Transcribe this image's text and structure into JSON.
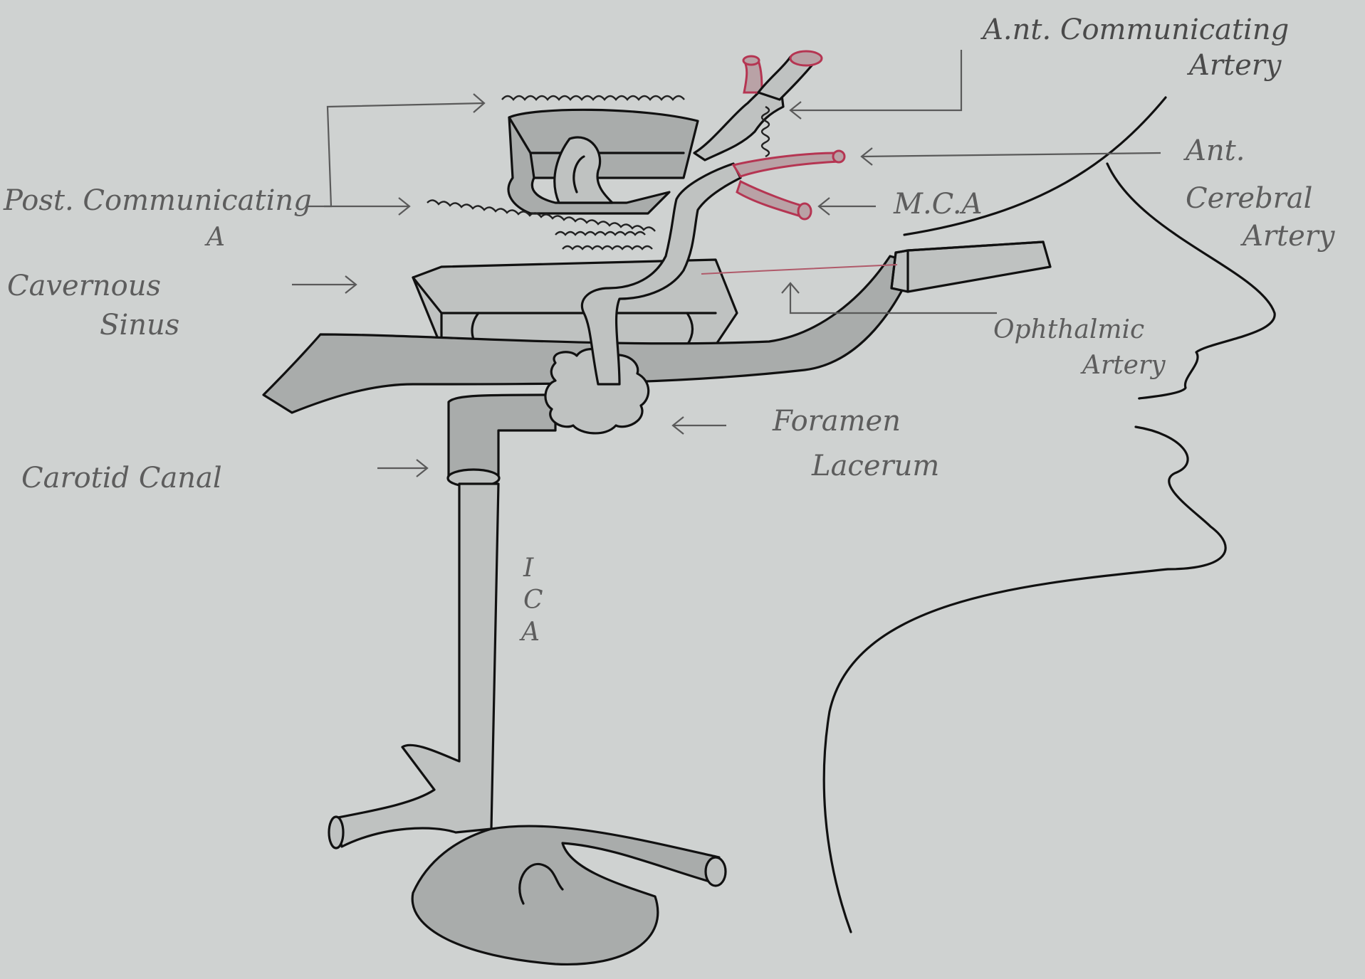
{
  "labels": {
    "ant_communicating_line1": "A.nt. Communicating",
    "ant_communicating_line2": "Artery",
    "ant_cerebral_line1": "Ant.",
    "ant_cerebral_line2": "Cerebral",
    "ant_cerebral_line3": "Artery",
    "mca": "M.C.A",
    "post_communicating_line1": "Post. Communicating",
    "post_communicating_line2": "A",
    "cavernous_line1": "Cavernous",
    "cavernous_line2": "Sinus",
    "ophthalmic_line1": "Ophthalmic",
    "ophthalmic_line2": "Artery",
    "foramen_line1": "Foramen",
    "foramen_line2": "Lacerum",
    "carotid_canal": "Carotid Canal",
    "ica_1": "I",
    "ica_2": "C",
    "ica_3": "A"
  },
  "colors": {
    "paper": "#cfd2d1",
    "ink": "#111111",
    "shading": "#a9acab",
    "highlight": "#b53552"
  }
}
